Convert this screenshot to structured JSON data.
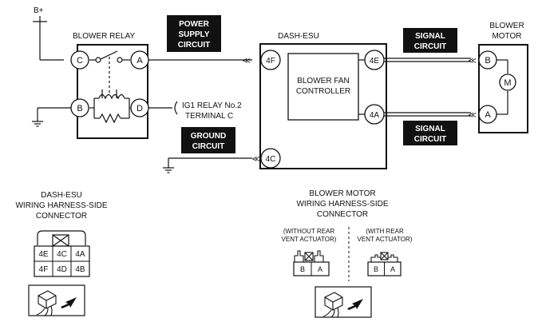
{
  "supply": {
    "label": "B+"
  },
  "relay": {
    "title": "BLOWER RELAY",
    "terminals": {
      "c": "C",
      "a": "A",
      "b": "B",
      "d": "D"
    }
  },
  "ig1_note": {
    "line1": "IG1 RELAY No.2",
    "line2": "TERMINAL C"
  },
  "circuits": {
    "power": {
      "l1": "POWER",
      "l2": "SUPPLY",
      "l3": "CIRCUIT"
    },
    "ground": {
      "l1": "GROUND",
      "l2": "CIRCUIT"
    },
    "signal_top": {
      "l1": "SIGNAL",
      "l2": "CIRCUIT"
    },
    "signal_bottom": {
      "l1": "SIGNAL",
      "l2": "CIRCUIT"
    }
  },
  "dash_esu": {
    "title": "DASH-ESU",
    "controller": {
      "l1": "BLOWER FAN",
      "l2": "CONTROLLER"
    },
    "terminals": {
      "t4f": "4F",
      "t4e": "4E",
      "t4a": "4A",
      "t4c": "4C"
    }
  },
  "motor": {
    "title_l1": "BLOWER",
    "title_l2": "MOTOR",
    "symbol": "M",
    "terminals": {
      "b": "B",
      "a": "A"
    }
  },
  "dash_connector": {
    "title": [
      "DASH-ESU",
      "WIRING HARNESS-SIDE",
      "CONNECTOR"
    ],
    "pins": [
      [
        "4E",
        "4C",
        "4A"
      ],
      [
        "4F",
        "4D",
        "4B"
      ]
    ]
  },
  "motor_connector": {
    "title": [
      "BLOWER MOTOR",
      "WIRING HARNESS-SIDE",
      "CONNECTOR"
    ],
    "without_rear": {
      "l1": "(WITHOUT REAR",
      "l2": "VENT ACTUATOR)"
    },
    "with_rear": {
      "l1": "(WITH REAR",
      "l2": "VENT ACTUATOR)"
    },
    "pins_left": [
      "B",
      "A"
    ],
    "pins_right": [
      "B",
      "A"
    ]
  },
  "icons": [
    "harness-connector-arrow-icon",
    "harness-connector-arrow-icon"
  ]
}
